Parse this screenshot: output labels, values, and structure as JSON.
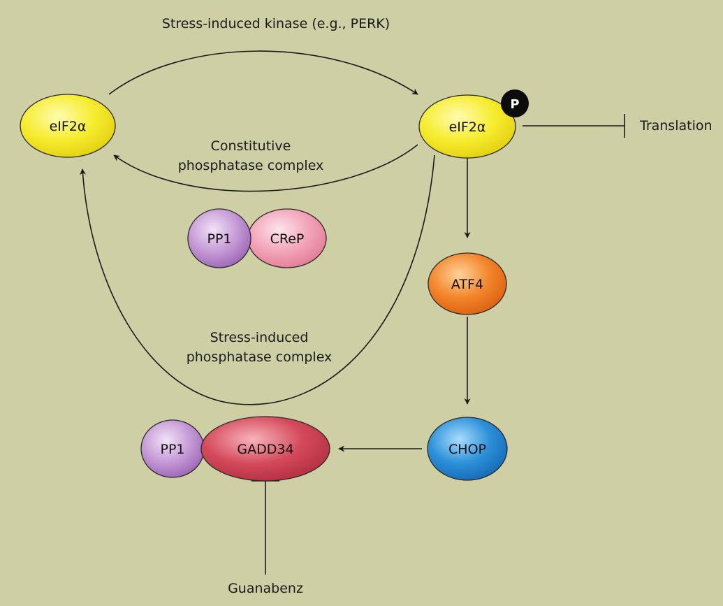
{
  "labels": {
    "kinase": "Stress-induced kinase (e.g., PERK)",
    "constitutive_line1": "Constitutive",
    "constitutive_line2": "phosphatase complex",
    "stress_line1": "Stress-induced",
    "stress_line2": "phosphatase complex",
    "translation": "Translation",
    "guanabenz": "Guanabenz"
  },
  "nodes": {
    "eif2a_left": "eIF2α",
    "eif2a_right": "eIF2α",
    "phospho": "P",
    "pp1_top": "PP1",
    "crep": "CReP",
    "atf4": "ATF4",
    "chop": "CHOP",
    "pp1_bottom": "PP1",
    "gadd34": "GADD34"
  },
  "colors": {
    "background": "#cfcfa6",
    "eif2a": "#f6ec2e",
    "pp1": "#b684c9",
    "crep": "#f2a4b8",
    "atf4": "#f2852a",
    "chop": "#2c90d8",
    "gadd34": "#d44a5b",
    "line": "#1a1a1a"
  }
}
